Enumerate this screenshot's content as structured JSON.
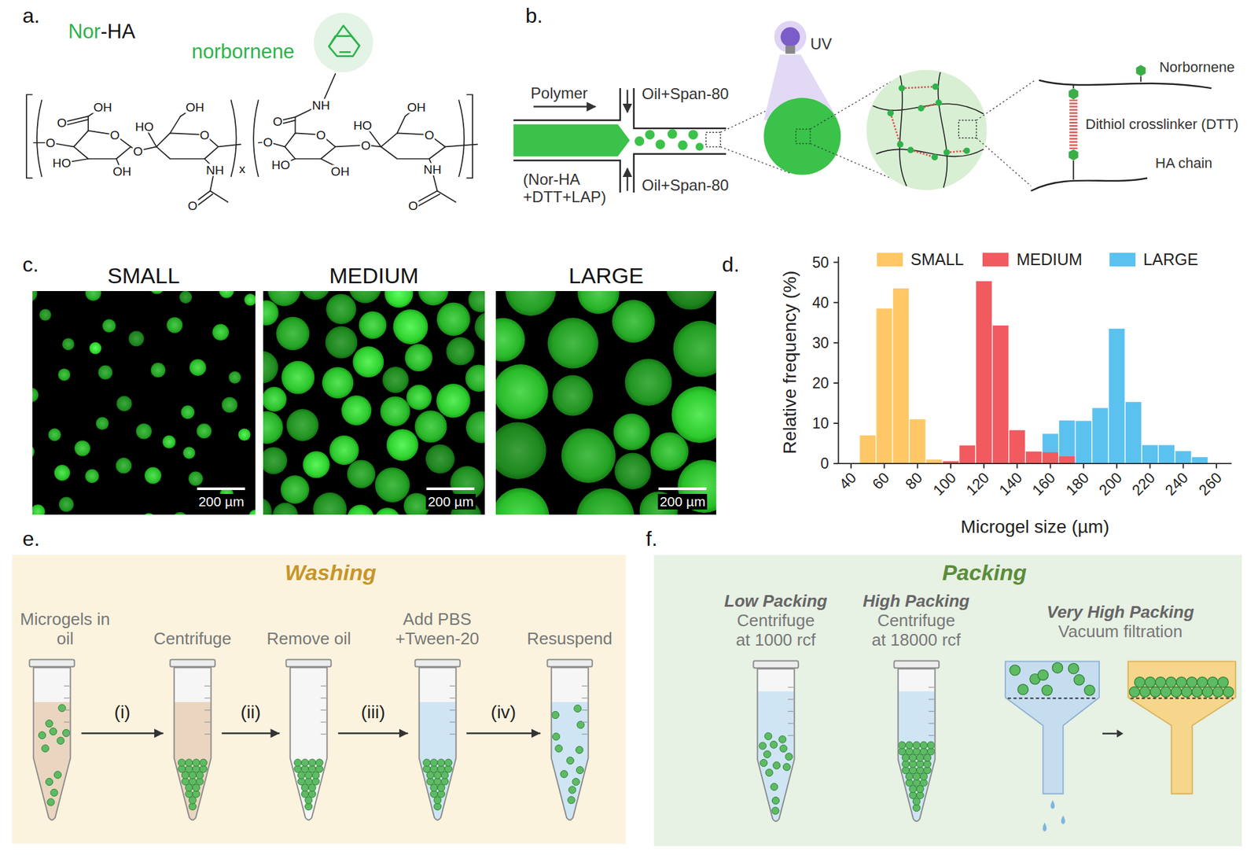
{
  "diagram": {
    "nodes": [
      {
        "text": [
          "SMALL",
          "200 µm"
        ]
      },
      {
        "text": [
          "MEDIUM",
          "200 µm"
        ]
      },
      {
        "text": [
          "LARGE",
          "200 µm"
        ]
      },
      {
        "text": [
          "Washing"
        ]
      },
      {
        "text": [
          "Microgels in oil"
        ],
        "in": 3
      },
      {
        "text": [
          "Centrifuge"
        ],
        "in": 3
      },
      {
        "text": [
          "Remove oil"
        ],
        "in": 3
      },
      {
        "text": [
          "Add PBS +Tween-20"
        ],
        "in": 3
      },
      {
        "text": [
          "Resuspend"
        ],
        "in": 3
      },
      {
        "text": [
          "Packing"
        ]
      },
      {
        "text": [
          "Low Packing",
          "Centrifuge at 1000 rcf"
        ],
        "in": 9
      },
      {
        "text": [
          "High Packing",
          "Centrifuge at 18000 rcf"
        ],
        "in": 9
      },
      {
        "text": [
          "Very High Packing",
          "Vacuum filtration"
        ],
        "in": 9
      }
    ],
    "edges": [
      {
        "from": 4,
        "to": 5,
        "arrow": "to",
        "label": "(i)"
      },
      {
        "from": 5,
        "to": 6,
        "arrow": "to",
        "label": "(ii)"
      },
      {
        "from": 6,
        "to": 7,
        "arrow": "to",
        "label": "(iii)"
      },
      {
        "from": 7,
        "to": 8,
        "arrow": "to",
        "label": "(iv)"
      }
    ],
    "labels": [
      "a.",
      "Nor",
      "-HA",
      "norbornene",
      "OH",
      "O",
      "O",
      "O",
      "HO",
      "OH",
      "O",
      "HO",
      "OH",
      "O",
      "NH",
      "O",
      "x",
      "O",
      "O",
      "NH",
      "HO",
      "O",
      "OH",
      "O",
      "HO",
      "OH",
      "O",
      "NH",
      "O",
      "b.",
      "Polymer",
      "(Nor-HA +DTT+LAP)",
      "Oil+Span-80",
      "Oil+Span-80",
      "UV",
      "Norbornene",
      "Dithiol crosslinker (DTT)",
      "HA chain",
      "c.",
      "d.",
      "Relative frequency (%)",
      "0",
      "10",
      "20",
      "30",
      "40",
      "50",
      "40",
      "60",
      "80",
      "100",
      "120",
      "140",
      "160",
      "180",
      "200",
      "220",
      "240",
      "260",
      "Microgel size (µm)",
      "e.",
      "f."
    ],
    "legend": [
      {
        "text": "SMALL",
        "color": "#FFC765"
      },
      {
        "text": "MEDIUM",
        "color": "#F15A5F"
      },
      {
        "text": "LARGE",
        "color": "#5BC2F0"
      }
    ]
  }
}
